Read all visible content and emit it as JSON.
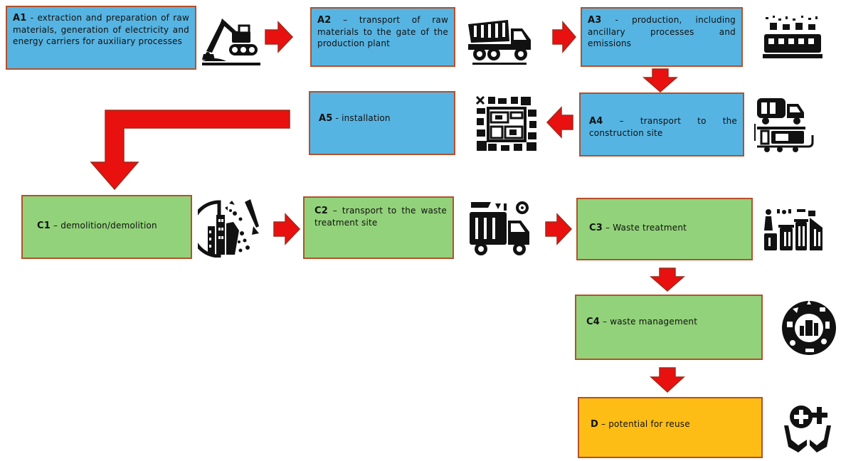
{
  "colors": {
    "stage_a_fill": "#56b4e2",
    "stage_c_fill": "#92d27a",
    "stage_d_fill": "#fdbd15",
    "box_border": "#b5502a",
    "arrow_fill": "#e8110f",
    "arrow_stroke": "#9e2a1c",
    "icon": "#111111"
  },
  "stages": {
    "a1": {
      "code": "A1",
      "text": "extraction and preparation of raw materials, generation of electricity and energy carriers for auxiliary processes",
      "icon": "excavator-icon"
    },
    "a2": {
      "code": "A2",
      "text": "transport of raw materials to the gate of the production plant",
      "icon": "dump-truck-icon"
    },
    "a3": {
      "code": "A3",
      "text": "production, including ancillary processes and emissions",
      "icon": "factory-icon"
    },
    "a4": {
      "code": "A4",
      "text": "transport to the construction site",
      "icon": "transport-vehicles-icon"
    },
    "a5": {
      "code": "A5",
      "text": "installation",
      "icon": "construction-plan-icon"
    },
    "c1": {
      "code": "C1",
      "text": "demolition/demolition",
      "icon": "demolition-icon"
    },
    "c2": {
      "code": "C2",
      "text": "transport to the waste treatment site",
      "icon": "waste-truck-icon"
    },
    "c3": {
      "code": "C3",
      "text": "Waste treatment",
      "icon": "waste-bins-icon"
    },
    "c4": {
      "code": "C4",
      "text": "waste management",
      "icon": "recycling-cycle-icon"
    },
    "d": {
      "code": "D",
      "text": "potential for reuse",
      "icon": "hands-plus-icon"
    }
  },
  "separator": " – ",
  "flow": [
    [
      "A1",
      "A2"
    ],
    [
      "A2",
      "A3"
    ],
    [
      "A3",
      "A4"
    ],
    [
      "A4",
      "A5"
    ],
    [
      "A5",
      "C1"
    ],
    [
      "C1",
      "C2"
    ],
    [
      "C2",
      "C3"
    ],
    [
      "C3",
      "C4"
    ],
    [
      "C4",
      "D"
    ]
  ]
}
